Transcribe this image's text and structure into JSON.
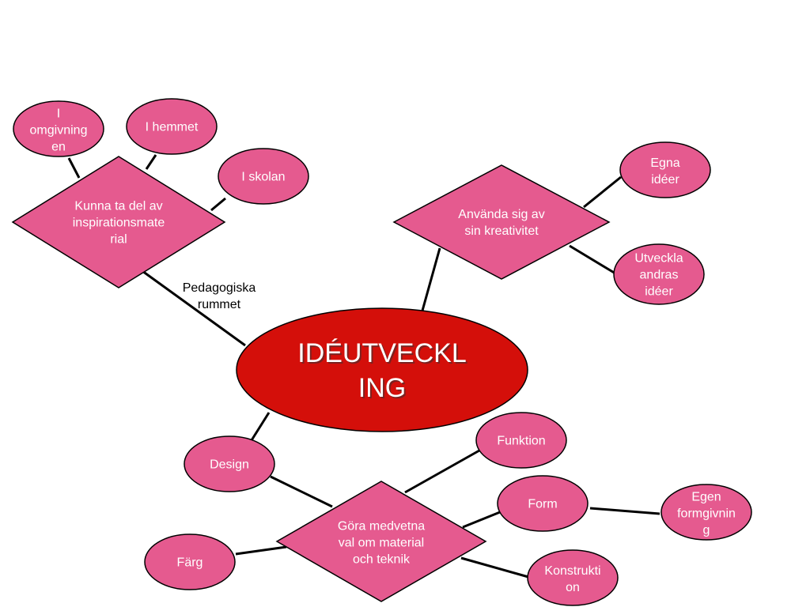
{
  "colors": {
    "node_fill": "#e55a8f",
    "node_stroke": "#000000",
    "center_fill": "#d40f0a",
    "line": "#000000"
  },
  "center": {
    "lines": [
      "IDÉUTVECKL",
      "ING"
    ]
  },
  "edge_label": {
    "lines": [
      "Pedagogiska",
      "rummet"
    ]
  },
  "diamonds": {
    "inspiration": {
      "lines": [
        "Kunna ta del av",
        "inspirationsmate",
        "rial"
      ]
    },
    "kreativitet": {
      "lines": [
        "Använda sig av",
        "sin kreativitet"
      ]
    },
    "material": {
      "lines": [
        "Göra medvetna",
        "val om material",
        "och teknik"
      ]
    }
  },
  "ellipses": {
    "omgivningen": {
      "lines": [
        "I",
        "omgivning",
        "en"
      ]
    },
    "hemmet": {
      "lines": [
        "I hemmet"
      ]
    },
    "skolan": {
      "lines": [
        "I skolan"
      ]
    },
    "egna_ideer": {
      "lines": [
        "Egna",
        "idéer"
      ]
    },
    "andras_ideer": {
      "lines": [
        "Utveckla",
        "andras",
        "idéer"
      ]
    },
    "design": {
      "lines": [
        "Design"
      ]
    },
    "funktion": {
      "lines": [
        "Funktion"
      ]
    },
    "form": {
      "lines": [
        "Form"
      ]
    },
    "egen_formgivning": {
      "lines": [
        "Egen",
        "formgivnin",
        "g"
      ]
    },
    "farg": {
      "lines": [
        "Färg"
      ]
    },
    "konstruktion": {
      "lines": [
        "Konstrukti",
        "on"
      ]
    }
  }
}
